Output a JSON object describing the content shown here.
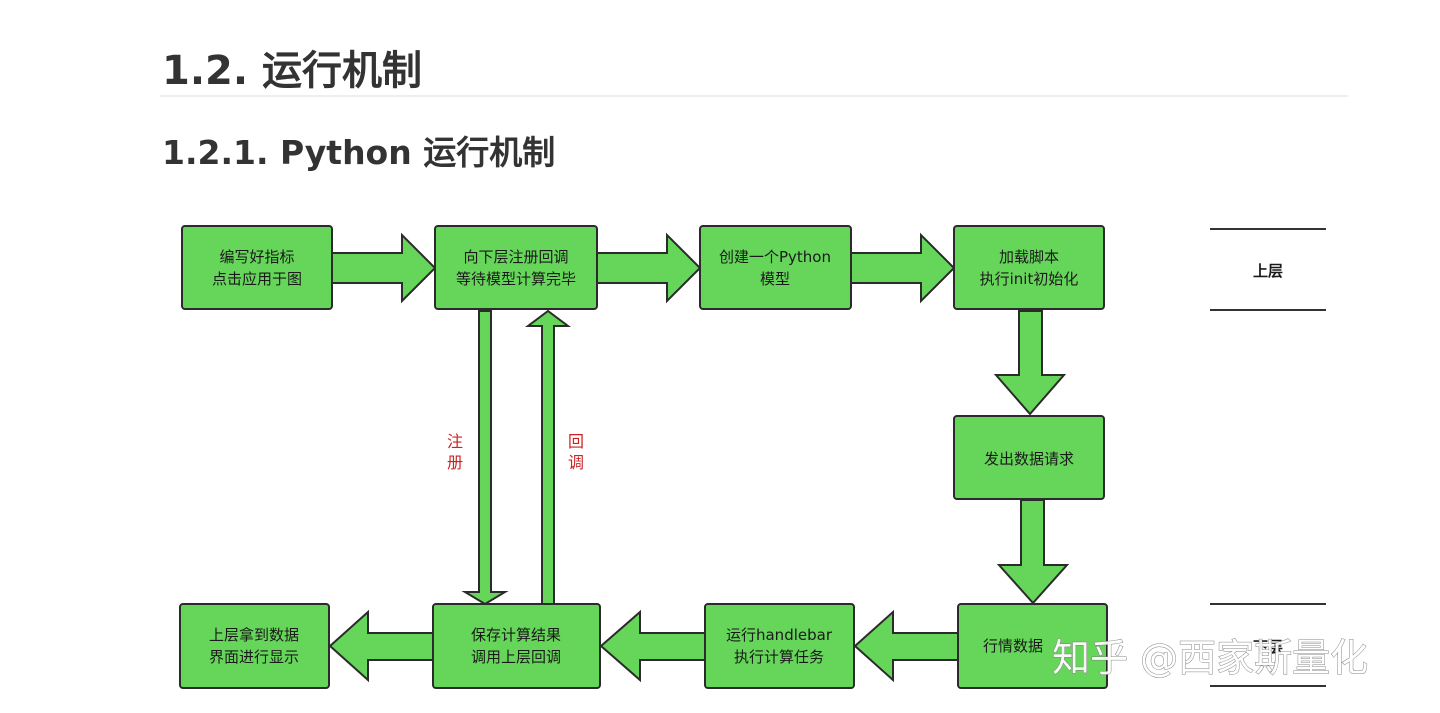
{
  "heading": {
    "title": "1.2. 运行机制",
    "subtitle": "1.2.1. Python 运行机制"
  },
  "diagram": {
    "nodes": {
      "write_indicator": {
        "lines": [
          "编写好指标",
          "点击应用于图"
        ]
      },
      "register_callback": {
        "lines": [
          "向下层注册回调",
          "等待模型计算完毕"
        ]
      },
      "create_model": {
        "lines": [
          "创建一个Python",
          "模型"
        ]
      },
      "load_script": {
        "lines": [
          "加载脚本",
          "执行init初始化"
        ]
      },
      "data_request": {
        "lines": [
          "发出数据请求"
        ]
      },
      "quote_data": {
        "lines": [
          "行情数据"
        ]
      },
      "run_handlebar": {
        "lines": [
          "运行handlebar",
          "执行计算任务"
        ]
      },
      "save_result": {
        "lines": [
          "保存计算结果",
          "调用上层回调"
        ]
      },
      "display": {
        "lines": [
          "上层拿到数据",
          "界面进行显示"
        ]
      }
    },
    "edge_labels": {
      "register": [
        "注",
        "册"
      ],
      "callback": [
        "回",
        "调"
      ]
    },
    "layers": {
      "upper": "上层",
      "lower": "下层"
    },
    "colors": {
      "node_fill": "#66d65a",
      "stroke": "#2b2b2b",
      "edge_label": "#cc2222"
    }
  },
  "watermark": "知乎 @西家斯量化"
}
